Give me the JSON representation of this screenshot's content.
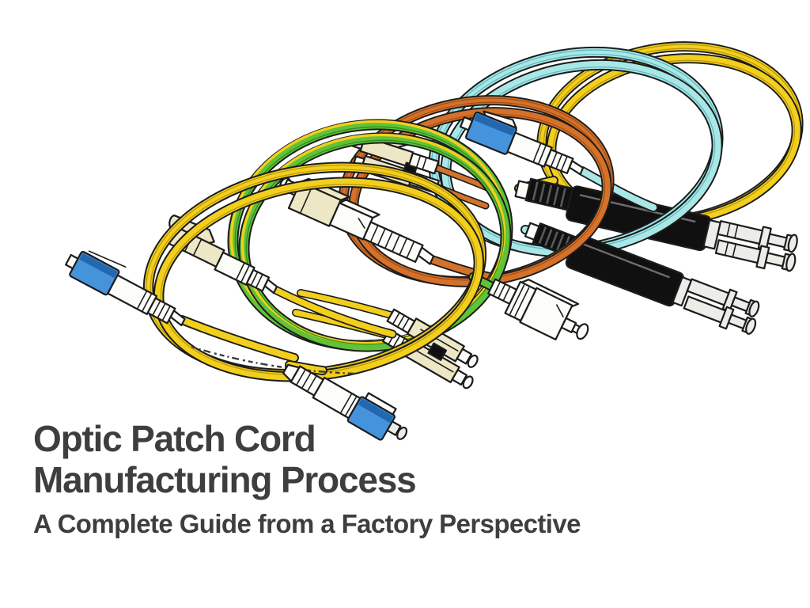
{
  "background_color": "#FFFFFF",
  "title": {
    "line1": "Optic Patch Cord",
    "line2": "Manufacturing Process",
    "subtitle": "A Complete Guide from a Factory Perspective",
    "text_color": "#3E3E3E"
  },
  "illustration": {
    "description": "Five coiled fiber-optic patch cords drawn in ink-and-color line-art style, fanned diagonally from lower-left to upper-right on a white background",
    "cables": [
      {
        "label": "yellow single-mode patch cord",
        "jacket_color": "#F2CF1D",
        "connectors": "blue LC"
      },
      {
        "label": "green/yellow duplex patch cord",
        "jacket_color": "#5FC238",
        "connectors": "beige duplex LC"
      },
      {
        "label": "orange duplex patch cord",
        "jacket_color": "#D4712A",
        "connectors": "beige duplex LC and white SC"
      },
      {
        "label": "aqua duplex patch cord",
        "jacket_color": "#A9E7E7",
        "connectors": "blue LC and metal ST"
      },
      {
        "label": "yellow duplex patch cord",
        "jacket_color": "#F0CE1E",
        "connectors": "metal ST"
      }
    ],
    "colors": {
      "yellow": "#F2CF1D",
      "yellow_dark": "#B8950D",
      "green": "#5FC238",
      "green_dark": "#2F8F1A",
      "orange": "#D4712A",
      "orange_dark": "#A34E12",
      "aqua": "#A9E7E7",
      "aqua_dark": "#5FB9BF",
      "ink": "#1C1C1C",
      "connector_blue": "#4493DB",
      "connector_blue_dark": "#2367AE",
      "connector_cream": "#EDE7C5",
      "connector_white": "#FCFCF9",
      "metal": "#ECECE8",
      "black_body": "#101010",
      "text": "#3E3E3E"
    }
  }
}
